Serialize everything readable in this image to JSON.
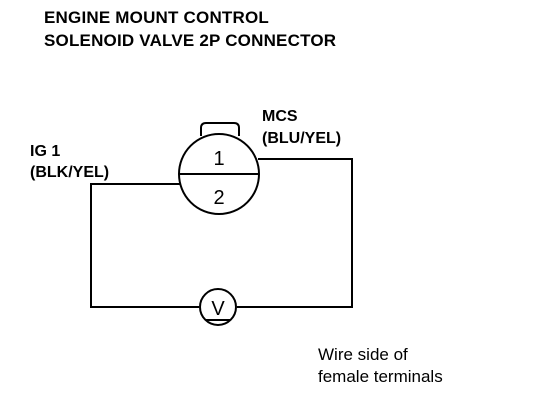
{
  "title": {
    "line1": "ENGINE MOUNT CONTROL",
    "line2": "SOLENOID VALVE 2P CONNECTOR"
  },
  "connector": {
    "pins": [
      {
        "number": "1"
      },
      {
        "number": "2"
      }
    ]
  },
  "wires": {
    "ig": {
      "name": "IG 1",
      "color": "(BLK/YEL)"
    },
    "mcs": {
      "name": "MCS",
      "color": "(BLU/YEL)"
    }
  },
  "meter": {
    "symbol": "V",
    "icon": "voltmeter-icon"
  },
  "note": {
    "line1": "Wire side of",
    "line2": "female terminals"
  },
  "colors": {
    "ink": "#000000",
    "background": "#ffffff"
  }
}
